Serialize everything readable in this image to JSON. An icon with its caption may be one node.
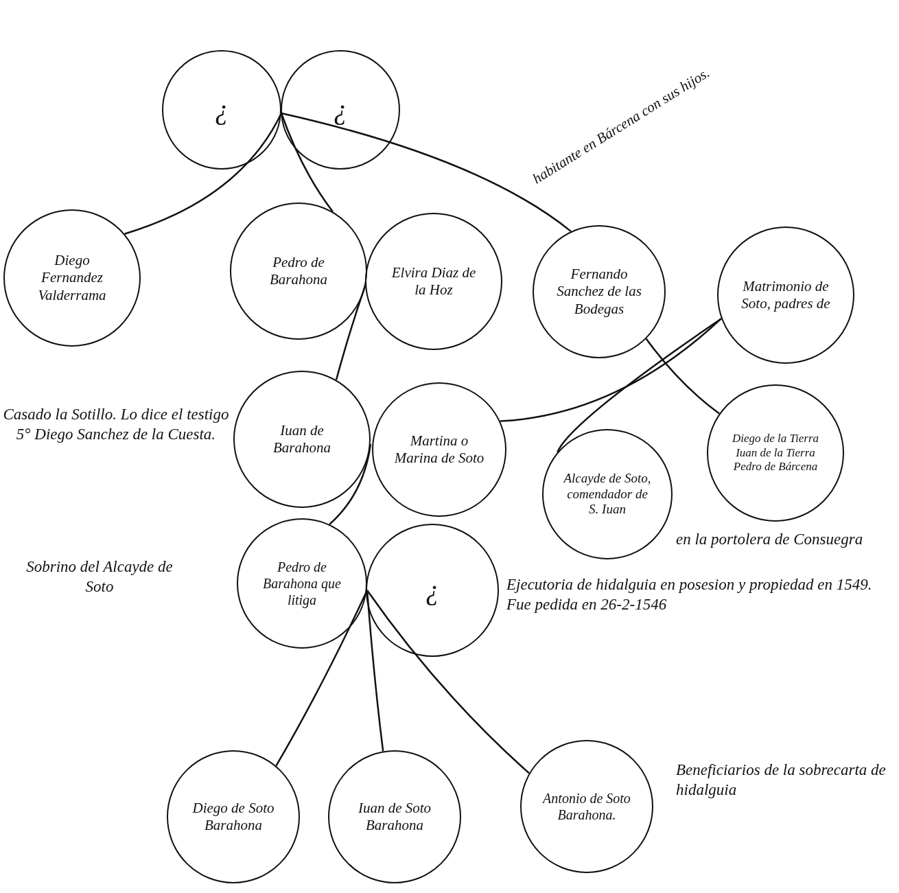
{
  "diagram": {
    "nodes": [
      {
        "text": [
          "¿"
        ]
      },
      {
        "text": [
          "¿"
        ]
      },
      {
        "text": [
          "Diego Fernandez Valderrama"
        ]
      },
      {
        "text": [
          "Pedro de Barahona"
        ]
      },
      {
        "text": [
          "Elvira Diaz de la Hoz"
        ]
      },
      {
        "text": [
          "Fernando Sanchez de las Bodegas"
        ],
        "beside": [
          "habitante en Bárcena con sus hijos."
        ]
      },
      {
        "text": [
          "Matrimonio de Soto, padres de"
        ]
      },
      {
        "text": [
          "Iuan de Barahona"
        ]
      },
      {
        "text": [
          "Martina o Marina de Soto"
        ]
      },
      {
        "text": [
          "Alcayde de Soto, comendador de S. Iuan"
        ],
        "beside": [
          "en la portolera de Consuegra"
        ]
      },
      {
        "text": [
          "Diego de la Tierra Iuan de la Tierra Pedro de Bárcena"
        ]
      },
      {
        "text": [
          "Pedro de Barahona que litiga"
        ]
      },
      {
        "text": [
          "¿"
        ]
      },
      {
        "text": [
          "Diego de Soto Barahona"
        ]
      },
      {
        "text": [
          "Iuan de Soto Barahona"
        ]
      },
      {
        "text": [
          "Antonio de Soto Barahona."
        ]
      }
    ],
    "edges": [
      {
        "from": 0,
        "to": 2,
        "arrow": "none"
      },
      {
        "from": 1,
        "to": 2,
        "arrow": "none"
      },
      {
        "from": 0,
        "to": 3,
        "arrow": "none"
      },
      {
        "from": 1,
        "to": 3,
        "arrow": "none"
      },
      {
        "from": 0,
        "to": 5,
        "arrow": "none"
      },
      {
        "from": 1,
        "to": 5,
        "arrow": "none"
      },
      {
        "from": 3,
        "to": 7,
        "arrow": "none"
      },
      {
        "from": 4,
        "to": 7,
        "arrow": "none"
      },
      {
        "from": 6,
        "to": 8,
        "arrow": "none"
      },
      {
        "from": 6,
        "to": 9,
        "arrow": "none"
      },
      {
        "from": 5,
        "to": 10,
        "arrow": "none"
      },
      {
        "from": 7,
        "to": 11,
        "arrow": "none"
      },
      {
        "from": 8,
        "to": 11,
        "arrow": "none"
      },
      {
        "from": 11,
        "to": 13,
        "arrow": "none"
      },
      {
        "from": 12,
        "to": 13,
        "arrow": "none"
      },
      {
        "from": 11,
        "to": 14,
        "arrow": "none"
      },
      {
        "from": 12,
        "to": 14,
        "arrow": "none"
      },
      {
        "from": 11,
        "to": 15,
        "arrow": "none"
      },
      {
        "from": 12,
        "to": 15,
        "arrow": "none"
      }
    ],
    "labels": [
      "Casado la Sotillo. Lo dice el testigo 5° Diego Sanchez de la Cuesta.",
      "Sobrino del Alcayde de Soto",
      "Ejecutoria de hidalguia en posesion y propiedad en 1549. Fue pedida en 26-2-1546",
      "Beneficiarios de la sobrecarta de hidalguia"
    ]
  }
}
